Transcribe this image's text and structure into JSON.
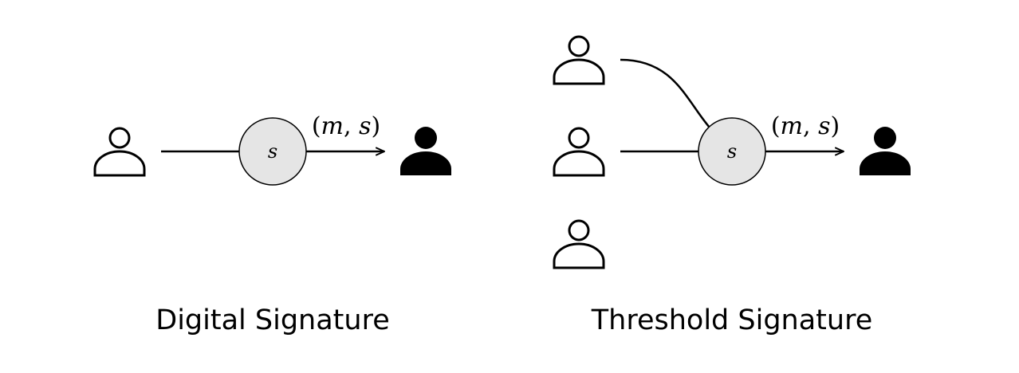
{
  "colors": {
    "stroke": "#000000",
    "node_fill": "#e5e5e5",
    "recipient_fill": "#000000",
    "signer_fill": "#ffffff"
  },
  "icons": {
    "signer": "person-outline-icon",
    "recipient": "person-filled-icon"
  },
  "digital": {
    "caption": "Digital Signature",
    "node_label": "s",
    "edge_label": {
      "open": "(",
      "m": "m",
      "comma": ", ",
      "s": "s",
      "close": ")"
    }
  },
  "threshold": {
    "caption": "Threshold Signature",
    "node_label": "s",
    "edge_label": {
      "open": "(",
      "m": "m",
      "comma": ", ",
      "s": "s",
      "close": ")"
    }
  }
}
